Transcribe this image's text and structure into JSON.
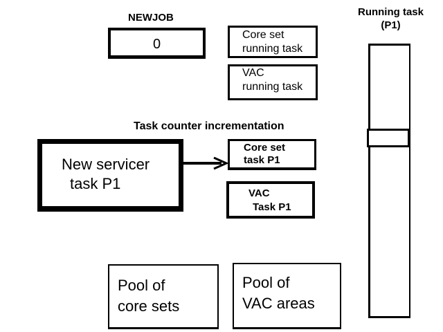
{
  "newjob": {
    "label": "NEWJOB",
    "value": "0"
  },
  "running_boxes": {
    "core_set": [
      "Core set",
      "running task"
    ],
    "vac": [
      "VAC",
      "running task"
    ]
  },
  "counter": {
    "label": "Task counter incrementation"
  },
  "servicer": {
    "lines": [
      "New servicer",
      "task P1"
    ]
  },
  "task_boxes": {
    "core_set": [
      "Core set",
      "task P1"
    ],
    "vac": [
      "VAC",
      "Task P1"
    ]
  },
  "pools": {
    "core_sets": [
      "Pool of",
      "core sets"
    ],
    "vac_areas": [
      "Pool of",
      "VAC areas"
    ]
  },
  "running_task": {
    "label_lines": [
      "Running task",
      "(P1)"
    ]
  },
  "colors": {
    "stroke": "#000000",
    "background": "#ffffff"
  }
}
